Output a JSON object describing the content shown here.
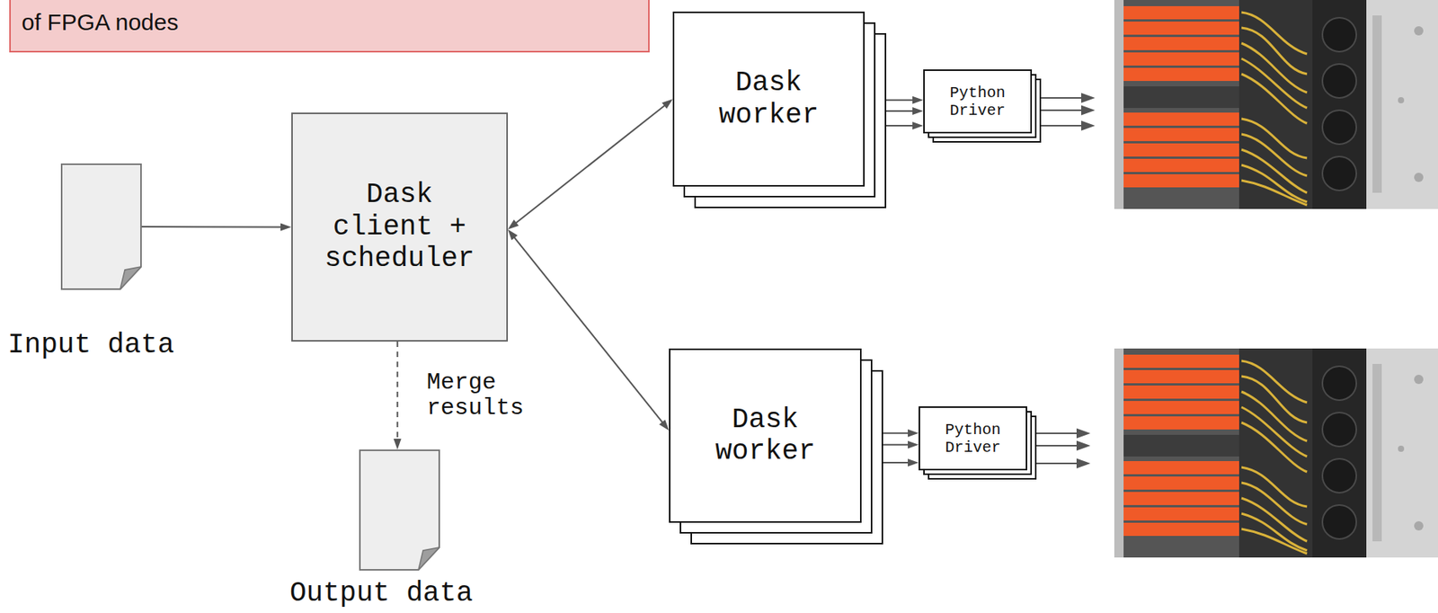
{
  "diagram": {
    "nodes": [
      {
        "text": [
          "of FPGA nodes"
        ]
      },
      {
        "text": [
          "Input data"
        ]
      },
      {
        "text": [
          "Dask client + scheduler"
        ]
      },
      {
        "text": [
          "Dask worker"
        ]
      },
      {
        "text": [
          "Python Driver"
        ]
      },
      {
        "text": [
          "Dask worker"
        ]
      },
      {
        "text": [
          "Python Driver"
        ]
      },
      {
        "text": [
          "Output data"
        ]
      }
    ],
    "edges": [
      {
        "from": 1,
        "to": 2,
        "arrow": "to"
      },
      {
        "from": 2,
        "to": 3,
        "arrow": "both"
      },
      {
        "from": 2,
        "to": 5,
        "arrow": "both"
      },
      {
        "from": 2,
        "to": 7,
        "label": "Merge results",
        "arrow": "to"
      },
      {
        "from": 3,
        "to": 4,
        "arrow": "both"
      },
      {
        "from": 5,
        "to": 6,
        "arrow": "both"
      }
    ]
  }
}
